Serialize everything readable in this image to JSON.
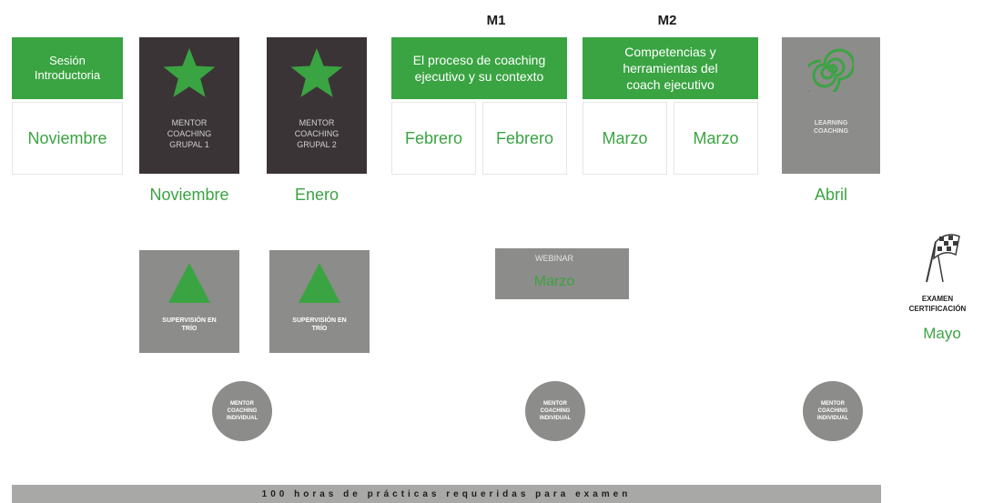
{
  "module_labels": {
    "m1": "M1",
    "m2": "M2"
  },
  "intro": {
    "title": "Sesión Introductoria",
    "month": "Noviembre"
  },
  "mentor_group_1": {
    "label": "MENTOR COACHING GRUPAL 1",
    "month": "Noviembre",
    "icon": "star-icon"
  },
  "mentor_group_2": {
    "label": "MENTOR COACHING GRUPAL 2",
    "month": "Enero",
    "icon": "star-icon"
  },
  "module_1": {
    "title": "El proceso de coaching ejecutivo y su contexto",
    "months": [
      "Febrero",
      "Febrero"
    ]
  },
  "module_2": {
    "title": "Competencias y herramientas del coach ejecutivo",
    "months": [
      "Marzo",
      "Marzo"
    ]
  },
  "learning": {
    "label": "LEARNING COACHING",
    "month": "Abril",
    "icon": "spiral-icon"
  },
  "supervision_1": {
    "label": "SUPERVISIÓN EN TRÍO",
    "icon": "triangle-icon"
  },
  "supervision_2": {
    "label": "SUPERVISIÓN EN TRÍO",
    "icon": "triangle-icon"
  },
  "webinar": {
    "label": "WEBINAR",
    "month": "Marzo"
  },
  "exam": {
    "label": "EXAMEN CERTIFICACIÓN",
    "month": "Mayo",
    "icon": "checkered-flag-icon"
  },
  "individual": [
    {
      "label": "MENTOR COACHING INDIVIDUAL"
    },
    {
      "label": "MENTOR COACHING INDIVIDUAL"
    },
    {
      "label": "MENTOR COACHING INDIVIDUAL"
    }
  ],
  "footer": {
    "text": "100 horas de prácticas requeridas para examen"
  },
  "colors": {
    "green": "#3aa442",
    "dark": "#3b3436",
    "grey": "#8c8c8a",
    "footer": "#a8a8a6"
  }
}
